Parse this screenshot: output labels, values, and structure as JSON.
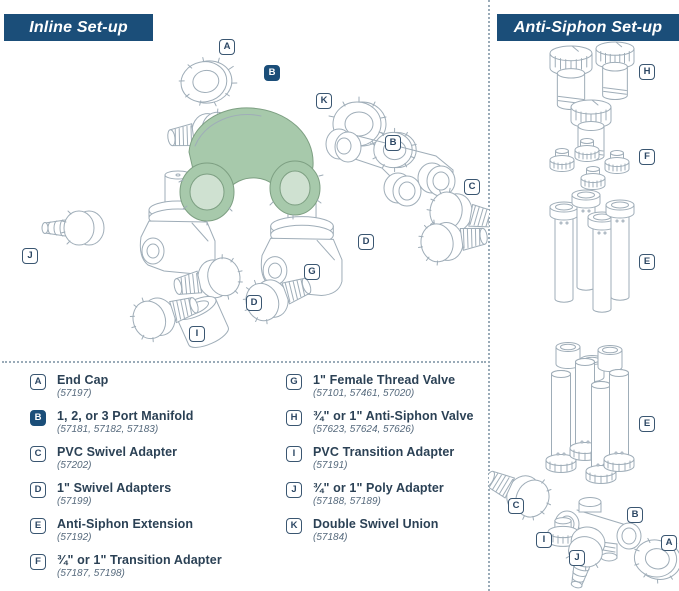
{
  "inline": {
    "title": "Inline Set-up",
    "labels": [
      {
        "letter": "A",
        "highlight": false
      },
      {
        "letter": "B",
        "highlight": true
      },
      {
        "letter": "K",
        "highlight": false
      },
      {
        "letter": "B",
        "highlight": false
      },
      {
        "letter": "C",
        "highlight": false
      },
      {
        "letter": "J",
        "highlight": false
      },
      {
        "letter": "D",
        "highlight": false
      },
      {
        "letter": "G",
        "highlight": false
      },
      {
        "letter": "D",
        "highlight": false
      },
      {
        "letter": "I",
        "highlight": false
      }
    ]
  },
  "antisiphon": {
    "title": "Anti-Siphon Set-up",
    "labels": [
      {
        "letter": "H",
        "highlight": false
      },
      {
        "letter": "F",
        "highlight": false
      },
      {
        "letter": "E",
        "highlight": false
      },
      {
        "letter": "E",
        "highlight": false
      },
      {
        "letter": "C",
        "highlight": false
      },
      {
        "letter": "B",
        "highlight": false
      },
      {
        "letter": "I",
        "highlight": false
      },
      {
        "letter": "J",
        "highlight": false
      },
      {
        "letter": "A",
        "highlight": false
      }
    ]
  },
  "legend": {
    "columns": [
      {
        "items": [
          {
            "letter": "A",
            "name": "End Cap",
            "numbers": "(57197)",
            "highlight": false
          },
          {
            "letter": "B",
            "name": "1, 2, or 3 Port Manifold",
            "numbers": "(57181, 57182, 57183)",
            "highlight": true
          },
          {
            "letter": "C",
            "name": "PVC Swivel Adapter",
            "numbers": "(57202)",
            "highlight": false
          },
          {
            "letter": "D",
            "name": "1\" Swivel Adapters",
            "numbers": "(57199)",
            "highlight": false
          },
          {
            "letter": "E",
            "name": "Anti-Siphon Extension",
            "numbers": "(57192)",
            "highlight": false
          },
          {
            "letter": "F",
            "name": "¾\" or 1\" Transition Adapter",
            "numbers": "(57187, 57198)",
            "highlight": false
          }
        ]
      },
      {
        "items": [
          {
            "letter": "G",
            "name": "1\" Female Thread Valve",
            "numbers": "(57101, 57461, 57020)",
            "highlight": false
          },
          {
            "letter": "H",
            "name": "¾\" or 1\" Anti-Siphon Valve",
            "numbers": "(57623, 57624, 57626)",
            "highlight": false
          },
          {
            "letter": "I",
            "name": "PVC Transition Adapter",
            "numbers": "(57191)",
            "highlight": false
          },
          {
            "letter": "J",
            "name": "¾\" or 1\" Poly Adapter",
            "numbers": "(57188, 57189)",
            "highlight": false
          },
          {
            "letter": "K",
            "name": "Double Swivel Union",
            "numbers": "(57184)",
            "highlight": false
          }
        ]
      }
    ]
  },
  "colors": {
    "header_navy": "#1b4e79",
    "line_art": "#9fadb8",
    "highlight_green": "#a7c9ab",
    "dotted_divider": "#9aabb8"
  }
}
